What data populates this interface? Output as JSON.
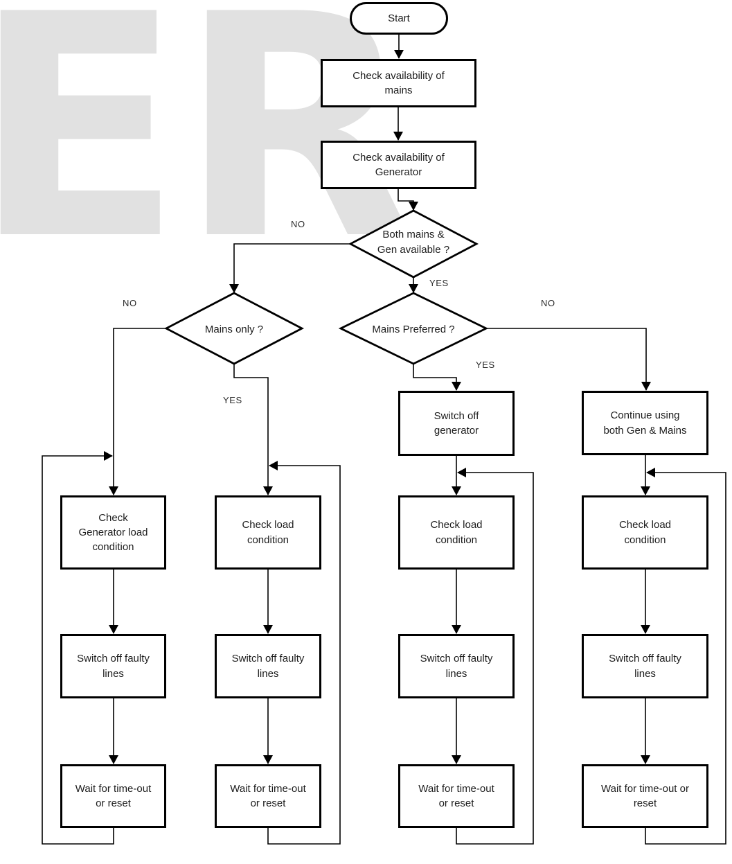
{
  "watermark": {
    "letters": [
      "E",
      "R"
    ],
    "color": "#e1e1e1"
  },
  "colors": {
    "line": "#000000",
    "node_fill": "#ffffff",
    "node_border": "#000000",
    "text": "#1c1c1c"
  },
  "nodes": {
    "start": "Start",
    "check_mains": "Check availability of\nmains",
    "check_generator": "Check availability of\nGenerator",
    "both_available": "Both mains &\nGen available ?",
    "mains_only": "Mains only ?",
    "mains_preferred": "Mains Preferred ?",
    "switch_off_generator": "Switch off\ngenerator",
    "continue_both": "Continue using\nboth Gen & Mains"
  },
  "columns": [
    {
      "check": "Check\nGenerator load\ncondition",
      "switch": "Switch off faulty\nlines",
      "wait": "Wait for time-out\nor reset"
    },
    {
      "check": "Check load\ncondition",
      "switch": "Switch off faulty\nlines",
      "wait": "Wait for time-out\nor reset"
    },
    {
      "check": "Check load\ncondition",
      "switch": "Switch off faulty\nlines",
      "wait": "Wait for time-out\nor reset"
    },
    {
      "check": "Check load\ncondition",
      "switch": "Switch off faulty\nlines",
      "wait": "Wait for time-out or\nreset"
    }
  ],
  "edges": {
    "both_available_no": "NO",
    "both_available_yes": "YES",
    "mains_only_no": "NO",
    "mains_only_yes": "YES",
    "mains_preferred_yes": "YES",
    "mains_preferred_no": "NO"
  }
}
